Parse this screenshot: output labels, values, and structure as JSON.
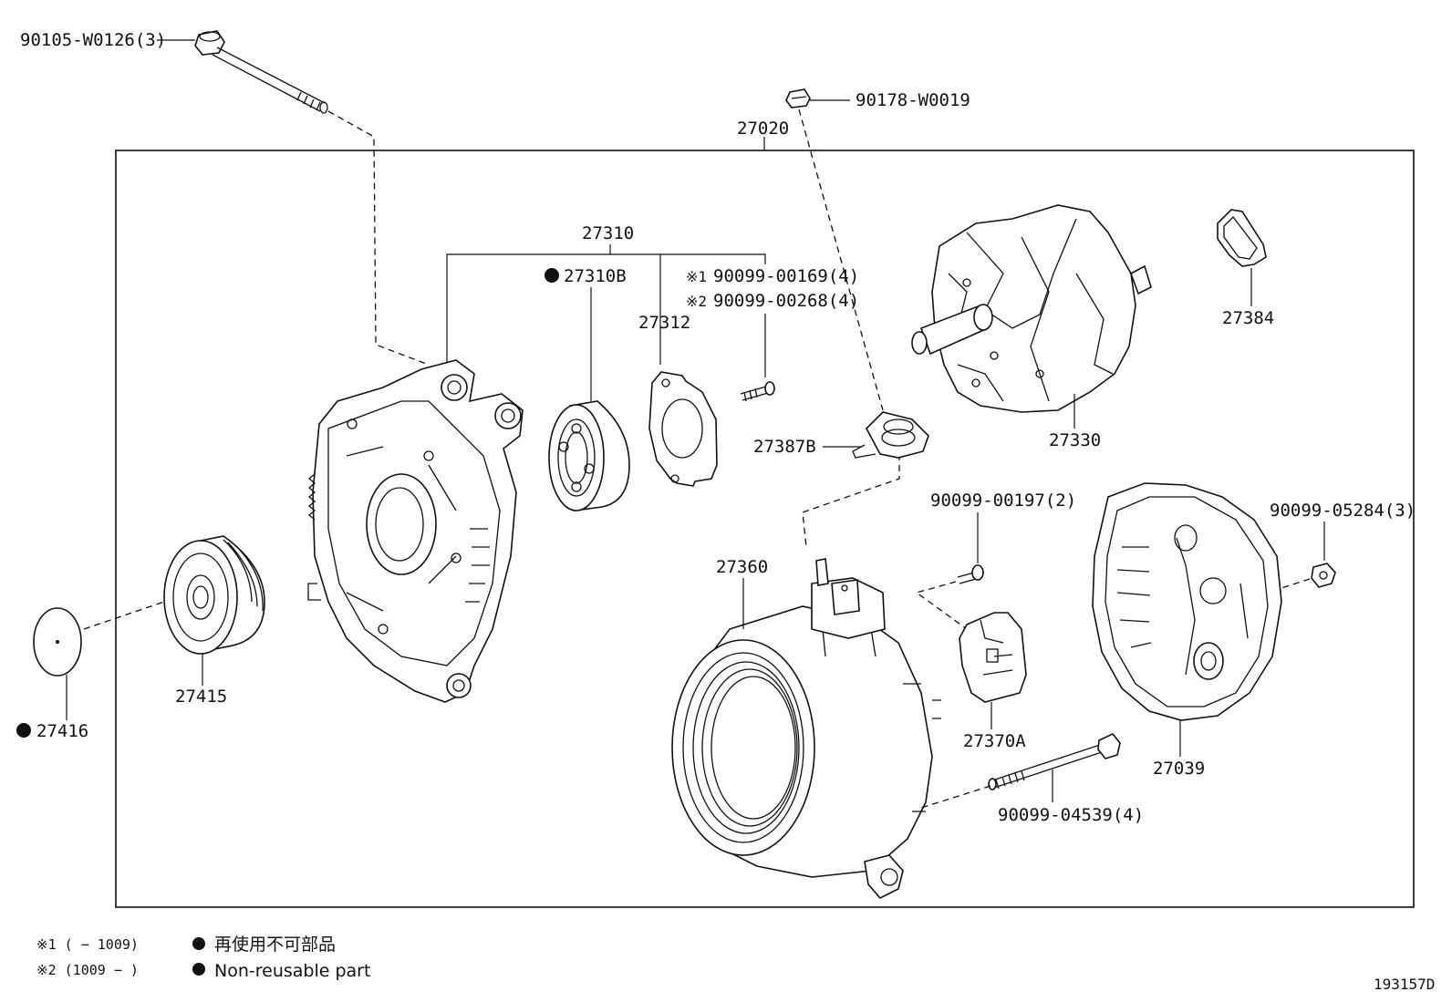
{
  "assembly": {
    "number": "27020"
  },
  "parts": {
    "bolt_top": "90105-W0126(3)",
    "nut_top": "90178-W0019",
    "frame": "27310",
    "bearing": "27310B",
    "retainer": "27312",
    "screw_a": "90099-00169(4)",
    "screw_b": "90099-00268(4)",
    "rotor": "27330",
    "ring": "27384",
    "insulator": "27387B",
    "cap": "27416",
    "pulley": "27415",
    "stator": "27360",
    "screw_c": "90099-00197(2)",
    "nut_c": "90099-05284(3)",
    "regulator": "27370A",
    "rear_cover": "27039",
    "through_bolt": "90099-04539(4)"
  },
  "markers": {
    "note1": "※1",
    "note2": "※2"
  },
  "legend": {
    "note1": "※1 (      − 1009)",
    "note2": "※2 (1009 −      )",
    "nonreusable_jp": "再使用不可部品",
    "nonreusable_en": "Non-reusable part"
  },
  "figure_id": "193157D"
}
